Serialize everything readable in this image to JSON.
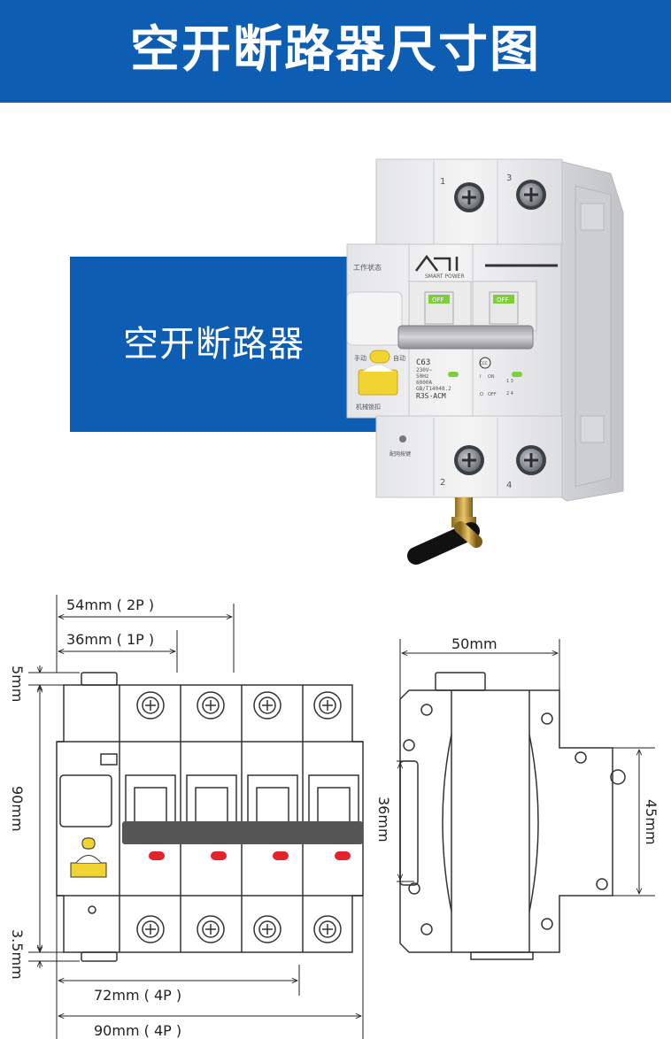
{
  "header": {
    "title": "空开断路器尺寸图"
  },
  "product_label": "空开断路器",
  "brand": {
    "colors": {
      "blue": "#0d5eb2",
      "green": "#7dcf3a",
      "yellow": "#f1d432",
      "red": "#e2232a"
    }
  },
  "breaker": {
    "status_label": "工作状态",
    "manual_label": "手动",
    "auto_label": "自动",
    "lock_label": "机械锁扣",
    "pair_label": "配网按键",
    "brand_sub": "SMART POWER",
    "off_label": "OFF",
    "on_label": "ON",
    "off_small": "OFF",
    "spec_model": "C63",
    "spec_voltage": "230V~",
    "spec_freq": "50Hz",
    "spec_capacity": "6000A",
    "spec_standard": "GB/T14048.2",
    "spec_series": "R3S-ACM",
    "cert_label": "CCC",
    "terminal_1": "1",
    "terminal_2": "2",
    "terminal_3": "3",
    "terminal_4": "4",
    "scale_i": "I",
    "scale_o": "O",
    "diagram_top": "1 3",
    "diagram_bottom": "2 4"
  },
  "dimensions": {
    "front": {
      "width_2p": "54mm ( 2P )",
      "width_1p": "36mm ( 1P )",
      "top_clip": "5mm",
      "height": "90mm",
      "bottom_clip": "3.5mm",
      "width_4p": "72mm ( 4P )",
      "width_total": "90mm ( 4P )"
    },
    "side": {
      "depth": "50mm",
      "front_height": "36mm",
      "rail_height": "45mm"
    }
  }
}
